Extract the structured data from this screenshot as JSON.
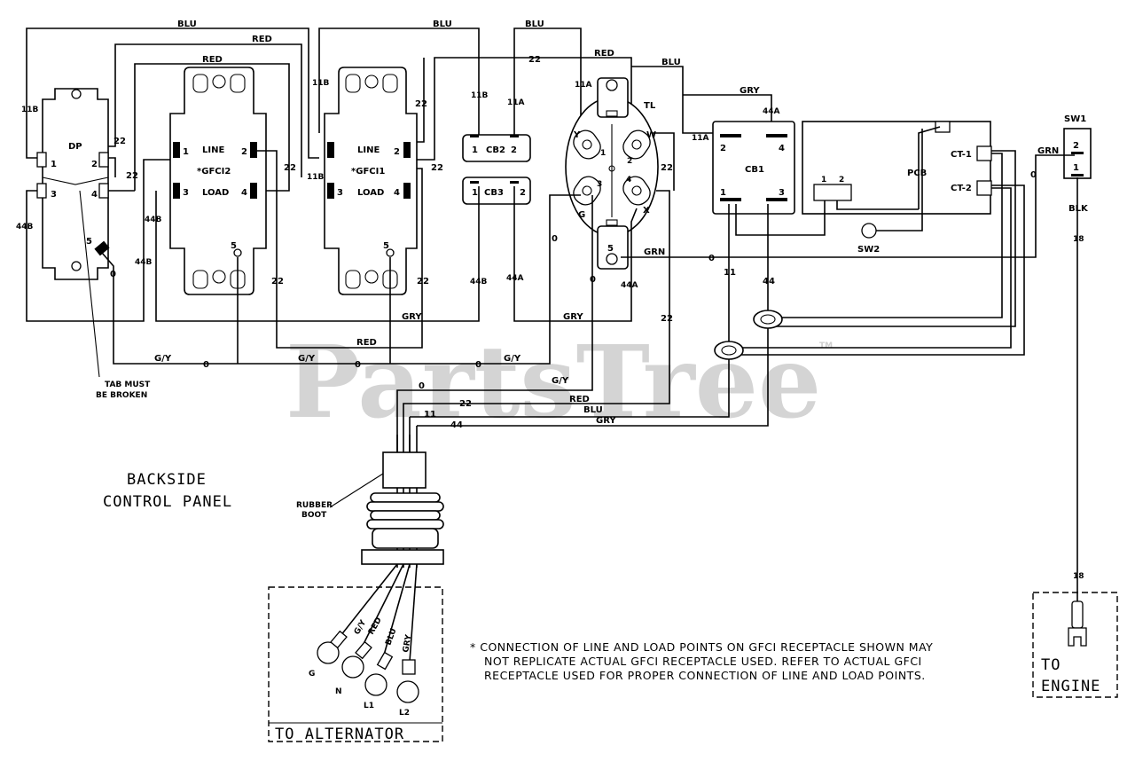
{
  "watermark": {
    "brand": "PartsTree",
    "tm": "TM"
  },
  "panel_title": {
    "line1": "BACKSIDE",
    "line2": "CONTROL PANEL"
  },
  "note": {
    "line1": "* CONNECTION OF LINE AND LOAD POINTS  ON GFCI  RECEPTACLE SHOWN MAY",
    "line2": "NOT REPLICATE ACTUAL GFCI RECEPTACLE USED.  REFER TO ACTUAL GFCI",
    "line3": "RECEPTACLE USED FOR PROPER CONNECTION OF LINE AND LOAD POINTS."
  },
  "components": {
    "dp": "DP",
    "gfci2": {
      "line": "LINE",
      "name": "*GFCI2",
      "load": "LOAD"
    },
    "gfci1": {
      "line": "LINE",
      "name": "*GFCI1",
      "load": "LOAD"
    },
    "cb2": "CB2",
    "cb3": "CB3",
    "cb1": "CB1",
    "pcb": "PCB",
    "ct1": "CT-1",
    "ct2": "CT-2",
    "sw1": "SW1",
    "sw2": "SW2",
    "twistlock": {
      "tl": "TL",
      "y": "Y",
      "w": "W",
      "g": "G",
      "x": "X"
    }
  },
  "pins": {
    "one": "1",
    "two": "2",
    "three": "3",
    "four": "4",
    "five": "5",
    "zero": "O"
  },
  "wire_colors": {
    "blu": "BLU",
    "red": "RED",
    "gry": "GRY",
    "grn": "GRN",
    "blk": "BLK",
    "gy": "G/Y"
  },
  "wire_numbers": {
    "w0": "0",
    "w11": "11",
    "w11a": "11A",
    "w11b": "11B",
    "w18": "18",
    "w22": "22",
    "w44": "44",
    "w44a": "44A",
    "w44b": "44B"
  },
  "labels": {
    "tab_line1": "TAB MUST",
    "tab_line2": "BE BROKEN",
    "boot_line1": "RUBBER",
    "boot_line2": "BOOT",
    "to_alternator": "TO ALTERNATOR",
    "to_engine": "TO ENGINE"
  },
  "alternator_leads": {
    "colors": [
      "G/Y",
      "RED",
      "BLU",
      "GRY"
    ],
    "ends": [
      "G",
      "N",
      "L1",
      "L2"
    ]
  }
}
